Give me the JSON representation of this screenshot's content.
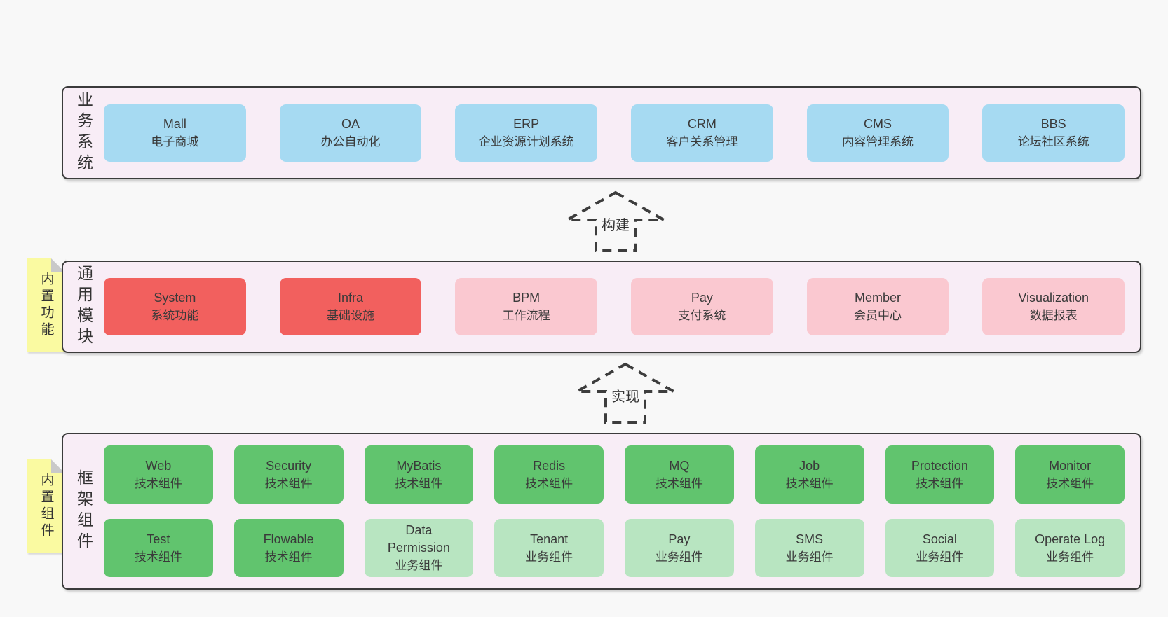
{
  "colors": {
    "page-bg": "#f8f8f8",
    "band-bg": "#f8edf6",
    "band-border": "#3b3b3b",
    "box-blue": "#a6daf2",
    "box-red": "#f2605e",
    "box-pink": "#fac8d0",
    "box-green": "#61c46e",
    "box-green-light": "#b8e5c1",
    "sticky-yellow": "#fafaa1",
    "sticky-fold": "#c9c9c9",
    "text": "#3a3a3a"
  },
  "bands": {
    "business": {
      "label": "业务系统",
      "items": [
        {
          "title": "Mall",
          "subtitle": "电子商城"
        },
        {
          "title": "OA",
          "subtitle": "办公自动化"
        },
        {
          "title": "ERP",
          "subtitle": "企业资源计划系统"
        },
        {
          "title": "CRM",
          "subtitle": "客户关系管理"
        },
        {
          "title": "CMS",
          "subtitle": "内容管理系统"
        },
        {
          "title": "BBS",
          "subtitle": "论坛社区系统"
        }
      ]
    },
    "modules": {
      "label": "通用模块",
      "sticky": "内置功能",
      "items": [
        {
          "title": "System",
          "subtitle": "系统功能"
        },
        {
          "title": "Infra",
          "subtitle": "基础设施"
        },
        {
          "title": "BPM",
          "subtitle": "工作流程"
        },
        {
          "title": "Pay",
          "subtitle": "支付系统"
        },
        {
          "title": "Member",
          "subtitle": "会员中心"
        },
        {
          "title": "Visualization",
          "subtitle": "数据报表"
        }
      ]
    },
    "components": {
      "label": "框架组件",
      "sticky": "内置组件",
      "row1": [
        {
          "title": "Web",
          "subtitle": "技术组件"
        },
        {
          "title": "Security",
          "subtitle": "技术组件"
        },
        {
          "title": "MyBatis",
          "subtitle": "技术组件"
        },
        {
          "title": "Redis",
          "subtitle": "技术组件"
        },
        {
          "title": "MQ",
          "subtitle": "技术组件"
        },
        {
          "title": "Job",
          "subtitle": "技术组件"
        },
        {
          "title": "Protection",
          "subtitle": "技术组件"
        },
        {
          "title": "Monitor",
          "subtitle": "技术组件"
        }
      ],
      "row2": [
        {
          "title": "Test",
          "subtitle": "技术组件"
        },
        {
          "title": "Flowable",
          "subtitle": "技术组件"
        },
        {
          "title": "Data Permission",
          "subtitle": "业务组件"
        },
        {
          "title": "Tenant",
          "subtitle": "业务组件"
        },
        {
          "title": "Pay",
          "subtitle": "业务组件"
        },
        {
          "title": "SMS",
          "subtitle": "业务组件"
        },
        {
          "title": "Social",
          "subtitle": "业务组件"
        },
        {
          "title": "Operate Log",
          "subtitle": "业务组件"
        }
      ]
    }
  },
  "arrows": {
    "build": "构建",
    "implement": "实现"
  }
}
